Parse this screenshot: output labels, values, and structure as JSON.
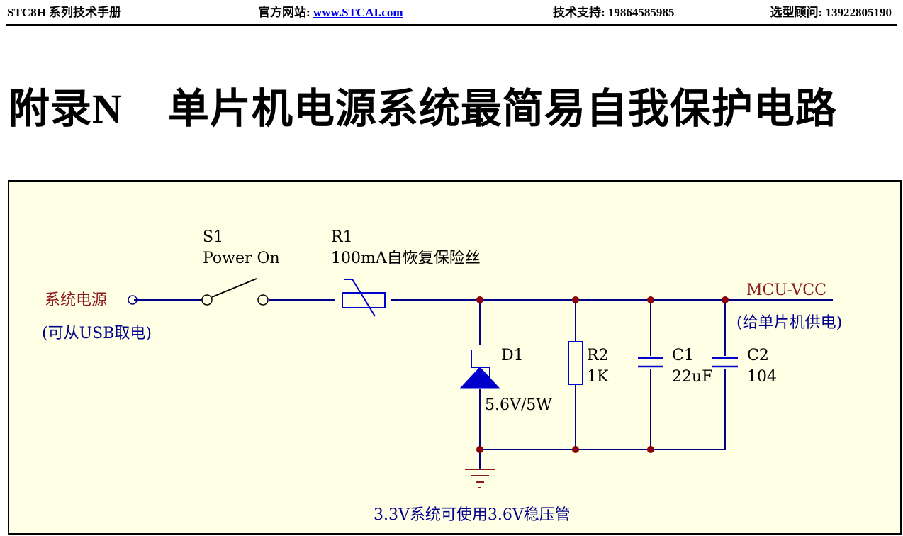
{
  "header": {
    "manual_title": "STC8H 系列技术手册",
    "website_label": "官方网站: ",
    "website_link": "www.STCAI.com",
    "tech_support": "技术支持: 19864585985",
    "sales_consult": "选型顾问: 13922805190"
  },
  "page": {
    "appendix": "附录N",
    "title": "单片机电源系统最简易自我保护电路"
  },
  "schematic": {
    "colors": {
      "background": "#ffffe6",
      "wire": "#00008b",
      "component": "#0000cd",
      "junction": "#8b0000",
      "port_label": "#8b1a1a",
      "black": "#000000"
    },
    "source": {
      "label": "系统电源",
      "note": "(可从USB取电)"
    },
    "switch": {
      "ref": "S1",
      "value": "Power On"
    },
    "fuse": {
      "ref": "R1",
      "value": "100mA自恢复保险丝"
    },
    "output": {
      "net": "MCU-VCC",
      "note": "(给单片机供电)"
    },
    "diode": {
      "ref": "D1",
      "value": "5.6V/5W"
    },
    "resistor": {
      "ref": "R2",
      "value": "1K"
    },
    "cap1": {
      "ref": "C1",
      "value": "22uF"
    },
    "cap2": {
      "ref": "C2",
      "value": "104"
    },
    "footnote": "3.3V系统可使用3.6V稳压管"
  }
}
